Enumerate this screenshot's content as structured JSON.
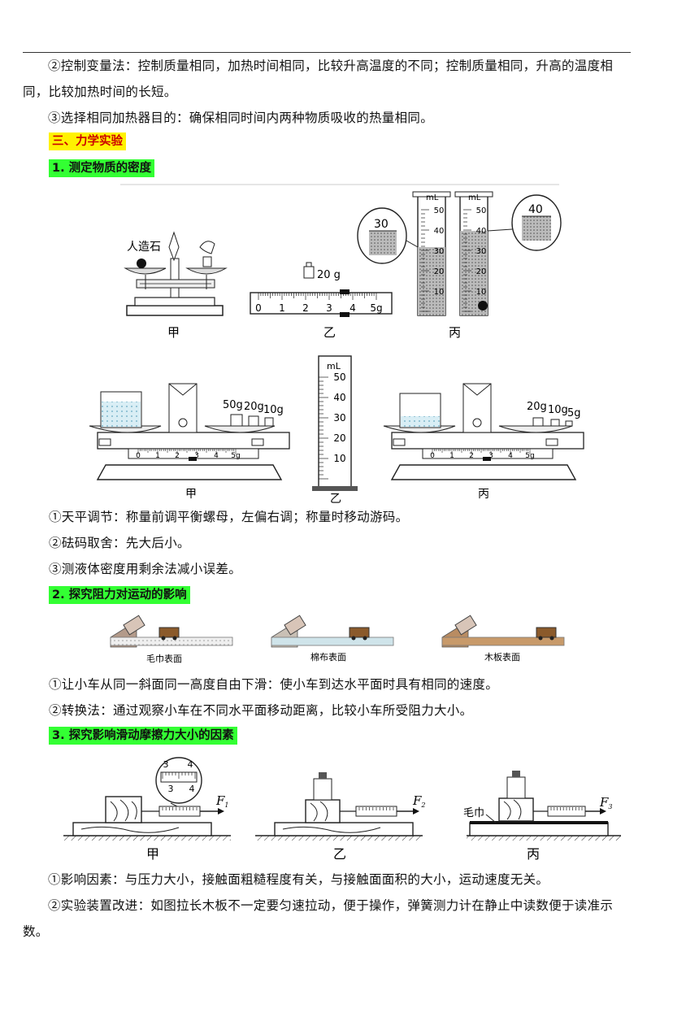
{
  "text": {
    "p_control1": "②控制变量法：控制质量相同，加热时间相同，比较升高温度的不同；控制质量相同，升高的温度相同，比较加热时间的长短。",
    "p_heater": "③选择相同加热器目的：确保相同时间内两种物质吸收的热量相同。",
    "section_mech": "三、力学实验",
    "sub_density": "1. 测定物质的密度",
    "p_balance": "①天平调节：称量前调平衡螺母，左偏右调；称量时移动游码。",
    "p_weights": "②砝码取舍：先大后小。",
    "p_liquid": "③测液体密度用剩余法减小误差。",
    "sub_resistance": "2. 探究阻力对运动的影响",
    "p_slope": "①让小车从同一斜面同一高度自由下滑：使小车到达水平面时具有相同的速度。",
    "p_convert": "②转换法：通过观察小车在不同水平面移动距离，比较小车所受阻力大小。",
    "sub_friction": "3. 探究影响滑动摩擦力大小的因素",
    "p_factors": "①影响因素：与压力大小，接触面粗糙程度有关，与接触面面积的大小，运动速度无关。",
    "p_improve": "②实验装置改进：如图拉长木板不一定要匀速拉动，便于操作，弹簧测力计在静止中读数便于读准示数。"
  },
  "fig1": {
    "stone": "人造石",
    "weight": "20 g",
    "rider_ticks": [
      "0",
      "1",
      "2",
      "3",
      "4",
      "5g"
    ],
    "cyl_ticks": [
      "50",
      "40",
      "30",
      "20",
      "10"
    ],
    "unit": "mL",
    "zoom_left": "30",
    "zoom_right": "40",
    "jia": "甲",
    "yi": "乙",
    "bing": "丙"
  },
  "fig2": {
    "w1": "50g",
    "w2": "20g",
    "w3": "10g",
    "w4": "20g",
    "w5": "10g",
    "w6": "5g",
    "rider_ticks": [
      "0",
      "1",
      "2",
      "3",
      "4",
      "5g"
    ],
    "cyl_ticks": [
      "50",
      "40",
      "30",
      "20",
      "10"
    ],
    "unit": "mL",
    "jia": "甲",
    "yi": "乙",
    "bing": "丙"
  },
  "fig3": {
    "towel": "毛巾表面",
    "cotton": "棉布表面",
    "wood": "木板表面"
  },
  "fig4": {
    "f1": "F",
    "f1_sub": "1",
    "f2": "F",
    "f2_sub": "2",
    "f3": "F",
    "f3_sub": "3",
    "towel": "毛巾",
    "dial_ticks": [
      "3",
      "4",
      "3",
      "4"
    ],
    "jia": "甲",
    "yi": "乙",
    "bing": "丙"
  }
}
